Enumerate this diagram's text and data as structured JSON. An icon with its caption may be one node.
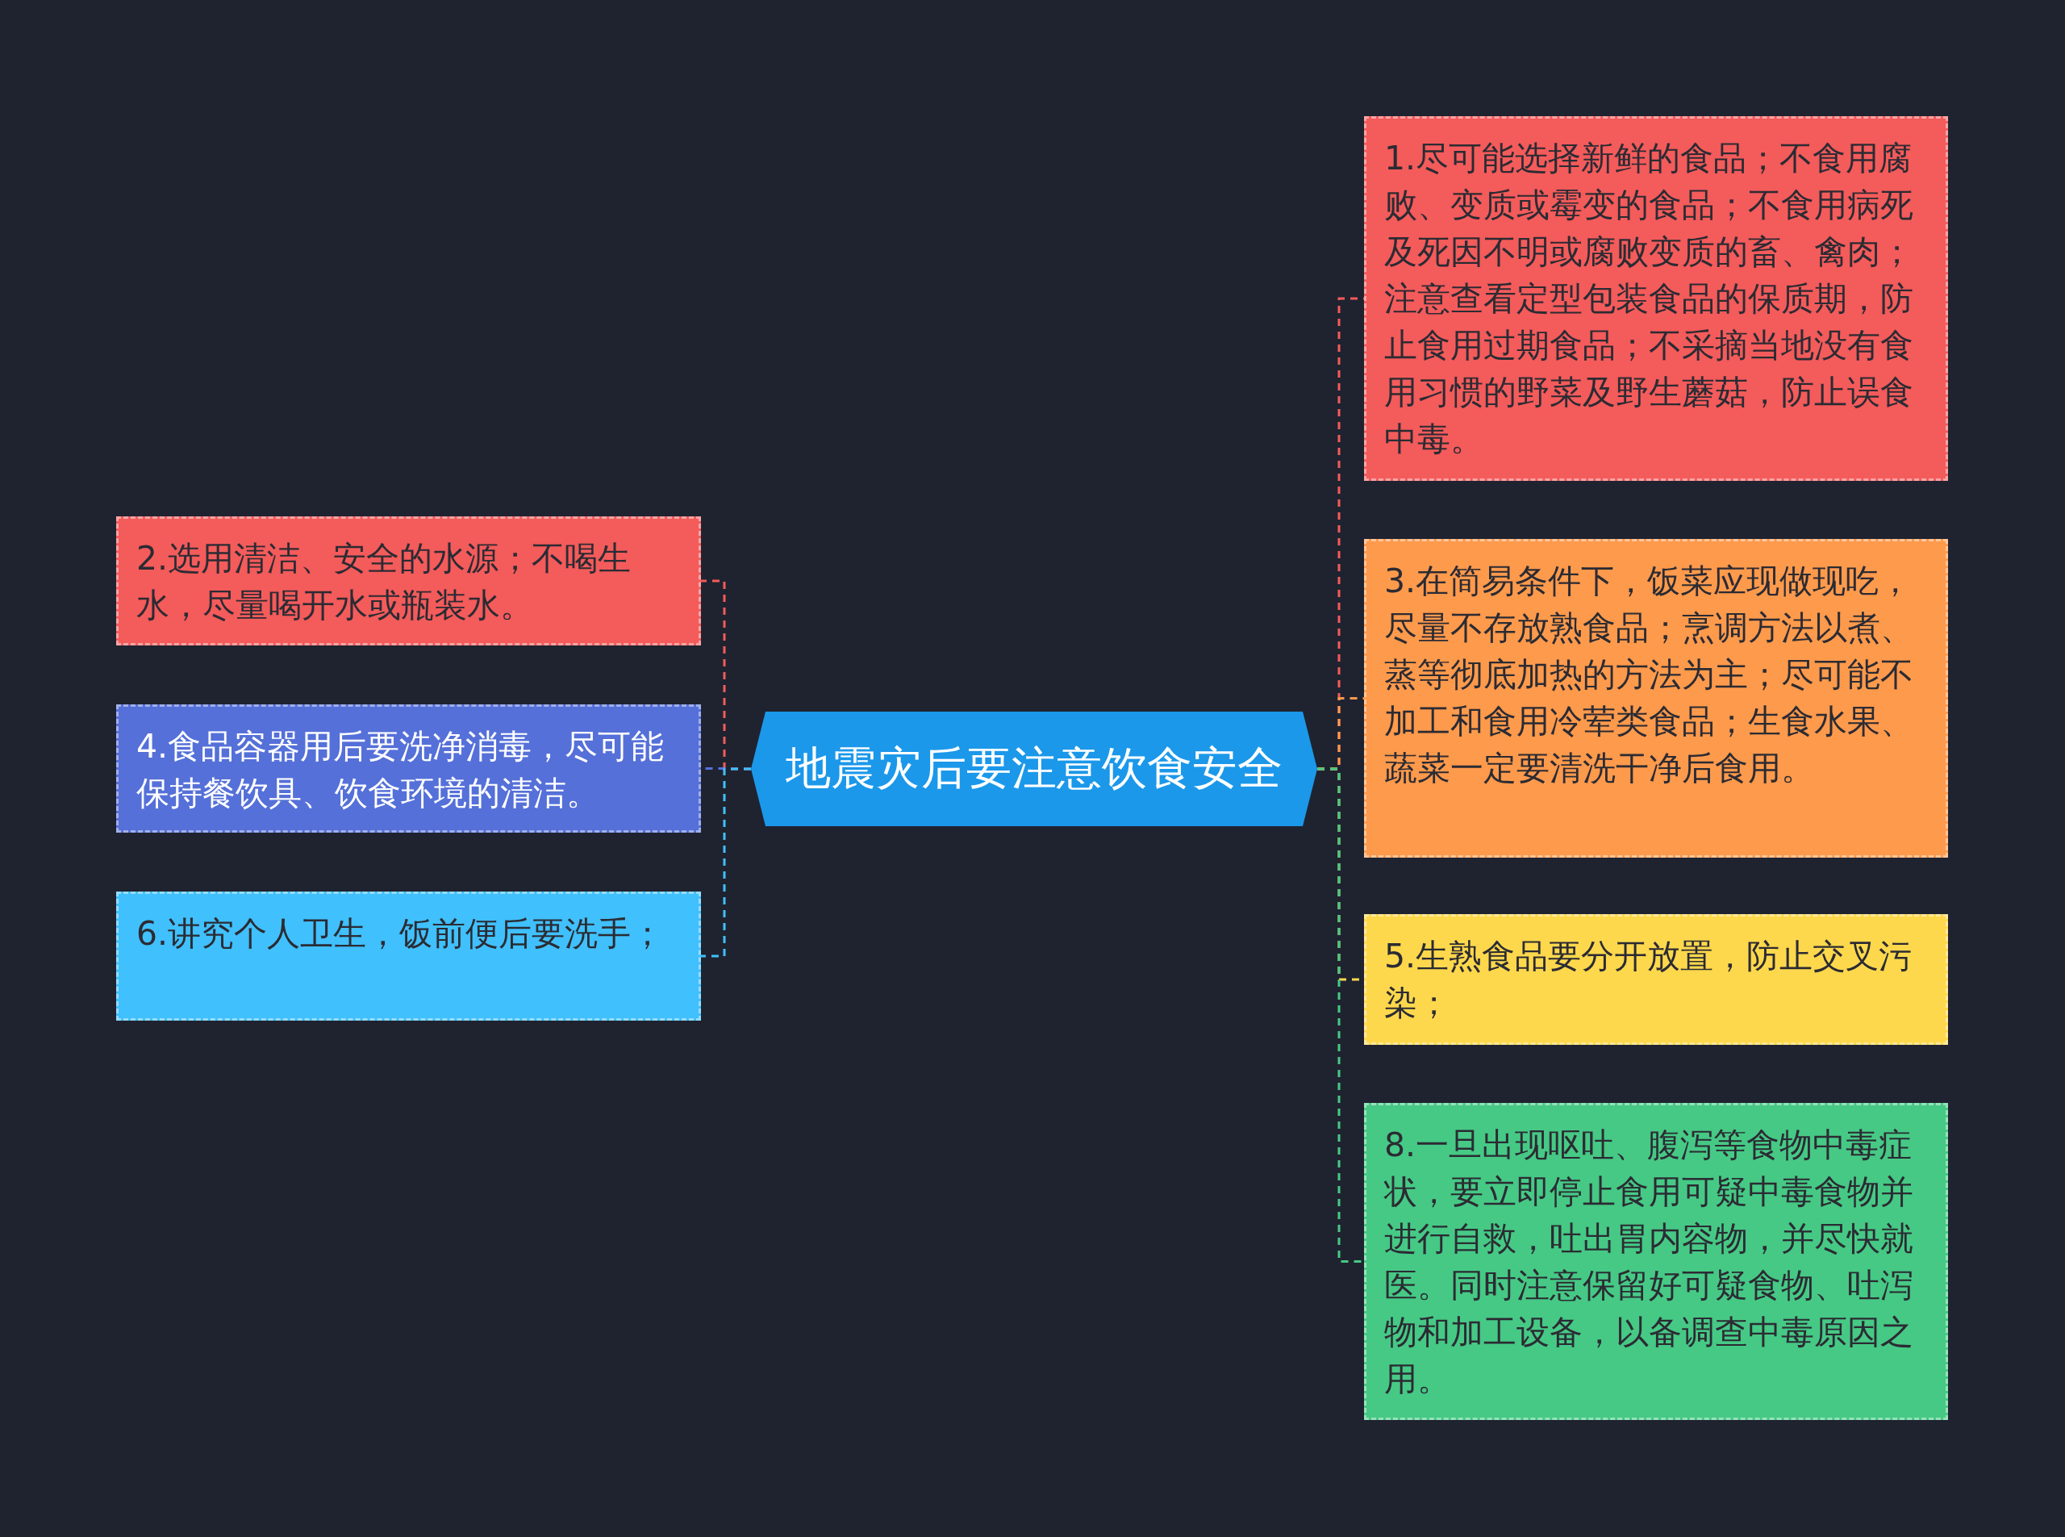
{
  "diagram": {
    "nodes": [
      {
        "text": [
          "地震灾后要注意饮食安全"
        ]
      },
      {
        "text": [
          "2.选用清洁、安全的水源；不喝生水，尽量喝开水或瓶装水。"
        ]
      },
      {
        "text": [
          "4.食品容器用后要洗净消毒，尽可能保持餐饮具、饮食环境的清洁。"
        ]
      },
      {
        "text": [
          "6.讲究个人卫生，饭前便后要洗手；"
        ]
      },
      {
        "text": [
          "1.尽可能选择新鲜的食品；不食用腐败、变质或霉变的食品；不食用病死及死因不明或腐败变质的畜、禽肉；注意查看定型包装食品的保质期，防止食用过期食品；不采摘当地没有食用习惯的野菜及野生蘑菇，防止误食中毒。"
        ]
      },
      {
        "text": [
          "3.在简易条件下，饭菜应现做现吃，尽量不存放熟食品；烹调方法以煮、蒸等彻底加热的方法为主；尽可能不加工和食用冷荤类食品；生食水果、蔬菜一定要清洗干净后食用。"
        ]
      },
      {
        "text": [
          "5.生熟食品要分开放置，防止交叉污染；"
        ]
      },
      {
        "text": [
          "8.一旦出现呕吐、腹泻等食物中毒症状，要立即停止食用可疑中毒食物并进行自救，吐出胃内容物，并尽快就医。同时注意保留好可疑食物、吐泻物和加工设备，以备调查中毒原因之用。"
        ]
      }
    ],
    "edges": [
      {
        "from": 0,
        "to": 1,
        "arrow": "none",
        "style": "dashed",
        "color": "#f45b5b"
      },
      {
        "from": 0,
        "to": 2,
        "arrow": "none",
        "style": "dashed",
        "color": "#5570d8"
      },
      {
        "from": 0,
        "to": 3,
        "arrow": "none",
        "style": "dashed",
        "color": "#40c0fc"
      },
      {
        "from": 0,
        "to": 4,
        "arrow": "none",
        "style": "dashed",
        "color": "#f45b5b"
      },
      {
        "from": 0,
        "to": 5,
        "arrow": "none",
        "style": "dashed",
        "color": "#fe9a4c"
      },
      {
        "from": 0,
        "to": 6,
        "arrow": "none",
        "style": "dashed",
        "color": "#fed84c"
      },
      {
        "from": 0,
        "to": 7,
        "arrow": "none",
        "style": "dashed",
        "color": "#46c985"
      }
    ]
  }
}
